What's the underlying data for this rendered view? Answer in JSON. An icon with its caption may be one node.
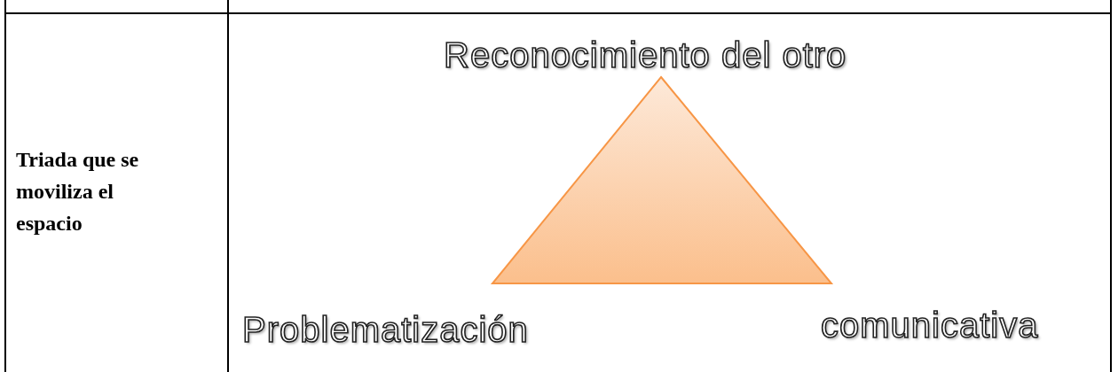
{
  "diagram": {
    "labels": [
      "Triada que se moviliza el espacio",
      "Reconocimiento del otro",
      "Problematización",
      "comunicativa"
    ]
  }
}
